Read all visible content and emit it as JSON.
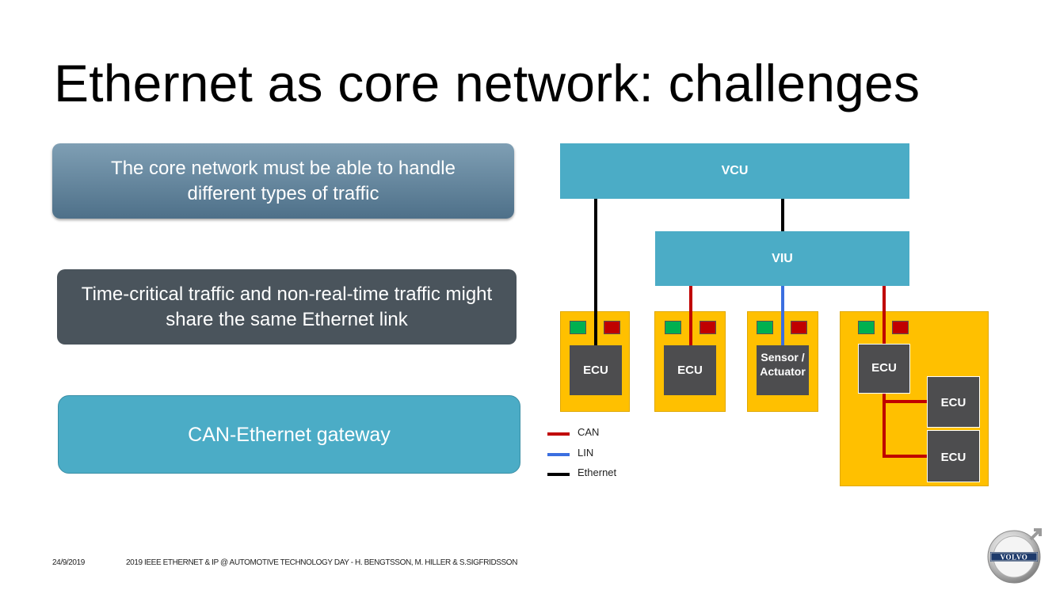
{
  "slide": {
    "title": "Ethernet as core network: challenges",
    "boxes": [
      "The core network must be able to handle different types of traffic",
      "Time-critical traffic and non-real-time traffic might share the same Ethernet link",
      "CAN-Ethernet gateway"
    ]
  },
  "diagram": {
    "vcu": "VCU",
    "viu": "VIU",
    "ecu_label": "ECU",
    "sensor_label": "Sensor / Actuator",
    "legend": [
      {
        "label": "CAN",
        "color": "#c00000"
      },
      {
        "label": "LIN",
        "color": "#3b6fe0"
      },
      {
        "label": "Ethernet",
        "color": "#000000"
      }
    ]
  },
  "footer": {
    "date": "24/9/2019",
    "text": "2019 IEEE ETHERNET & IP @ AUTOMOTIVE TECHNOLOGY DAY - H. BENGTSSON, M. HILLER & S.SIGFRIDSSON",
    "logo_text": "VOLVO"
  },
  "colors": {
    "accent_blue": "#4bacc6",
    "slate": "#4a545c",
    "yellow": "#ffc000",
    "ecu_gray": "#4d4d4f"
  }
}
